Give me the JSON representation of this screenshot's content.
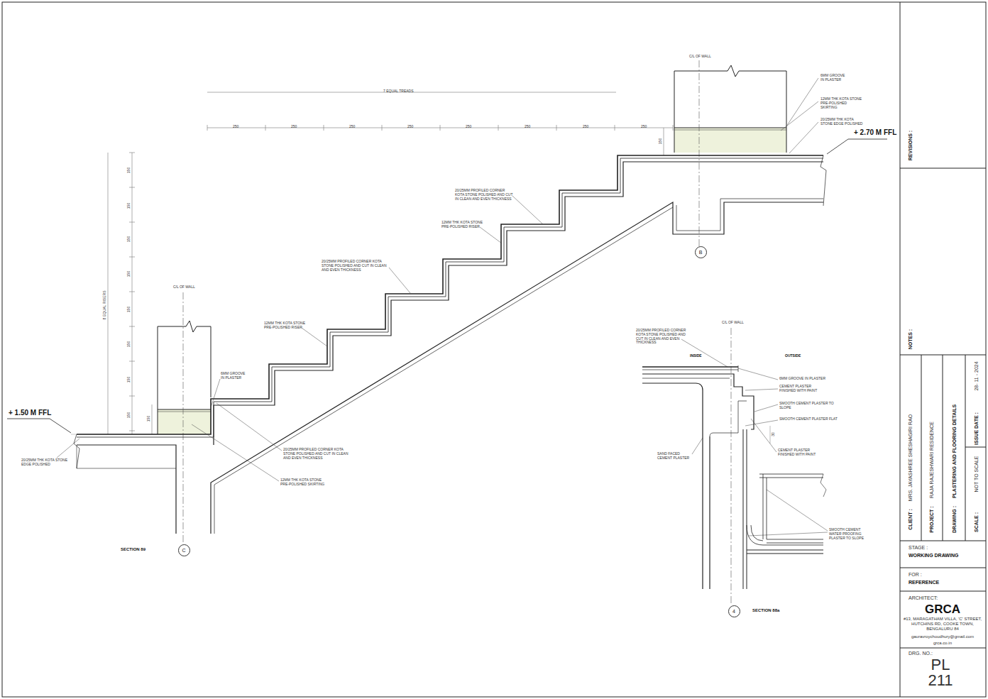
{
  "diagram": {
    "nodes": [
      {
        "text": [
          "B"
        ]
      },
      {
        "text": [
          "C"
        ]
      },
      {
        "text": [
          "4"
        ]
      }
    ],
    "labels": [
      "7 EQUAL TREADS",
      "250",
      "250",
      "250",
      "250",
      "250",
      "250",
      "250",
      "250",
      "150",
      "C/L OF WALL",
      "6MM GROOVE IN PLASTER",
      "12MM THK KOTA STONE PRE-POLISHED SKIRTING",
      "20/25MM THK KOTA STONE EDGE POLISHED",
      "+ 2.70 M FFL",
      "20/25MM PROFILED CORNER KOTA STONE POLISHED AND CUT IN CLEAN AND EVEN THICKNESS",
      "12MM THK KOTA STONE PRE-POLISHED RISER",
      "20/25MM PROFILED CORNER KOTA STONE POLISHED AND CUT IN CLEAN AND EVEN THICKNESS",
      "12MM THK KOTA STONE PRE-POLISHED RISER",
      "8 EQUAL RISERS",
      "150",
      "150",
      "150",
      "150",
      "150",
      "150",
      "150",
      "150",
      "C/L OF WALL",
      "6MM GROOVE IN PLASTER",
      "150",
      "+ 1.50 M FFL",
      "20/25MM THK KOTA STONE EDGE POLISHED",
      "20/25MM PROFILED CORNER KOTA STONE POLISHED AND CUT IN CLEAN AND EVEN THICKNESS",
      "12MM THK KOTA STONE PRE-POLISHED SKIRTING",
      "SECTION 89",
      "C/L OF WALL",
      "20/25MM PROFILED CORNER KOTA STONE POLISHED AND CUT IN CLEAN AND EVEN THICKNESS",
      "INSIDE",
      "OUTSIDE",
      "6MM GROOVE IN PLASTER",
      "CEMENT PLASTER FINISHED WITH PAINT",
      "SMOOTH CEMENT PLASTER TO SLOPE",
      "SMOOTH CEMENT PLASTER FLAT",
      "30",
      "CEMENT PLASTER FINISHED WITH PAINT",
      "SAND FACED CEMENT PLASTER",
      "SMOOTH CEMENT WATER PROOFING PLASTER TO SLOPE",
      "SECTION 88a",
      "REVISIONS :",
      "NOTES :",
      "CLIENT :",
      "MRS. JAYASHREE SHESHAGIRI RAO",
      "PROJECT :",
      "RAJA RAJESHWARI RESIDENCE",
      "DRAWING :",
      "PLASTERING AND FLOORING DETAILS",
      "ISSUE DATE :",
      "28- 11 - 2024",
      "SCALE :",
      "NOT TO SCALE",
      "STAGE :",
      "WORKING DRAWING",
      "FOR :",
      "REFERENCE",
      "ARCHITECT:",
      "GRCA",
      "#13, MARAGATHAM VILLA, 'C' STREET, HUTCHINS RD, COOKE TOWN, BENGALURU 84",
      "gauravroychoudhury@gmail.com",
      "grca.co.in",
      "DRG. NO.:",
      "PL 211"
    ]
  }
}
